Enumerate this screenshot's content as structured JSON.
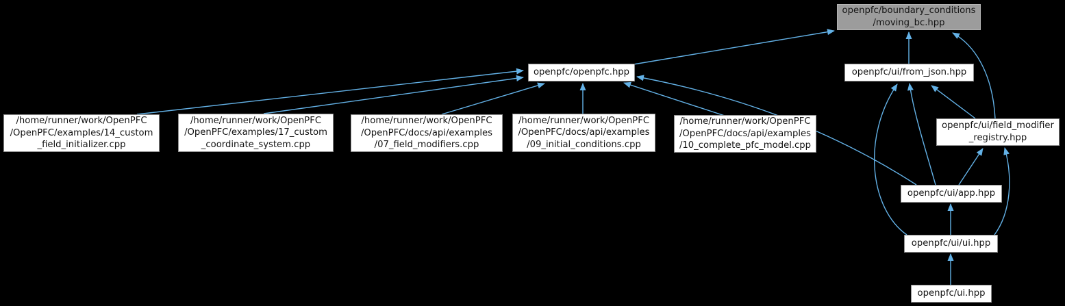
{
  "diagram": {
    "type": "include-dependency-graph",
    "highlighted_node": "openpfc/boundary_conditions/moving_bc.hpp",
    "colors": {
      "background": "#000000",
      "edge": "#63b1e6",
      "node_fill": "#ffffff",
      "node_border": "#8f8f8f",
      "highlight_fill": "#9c9c9c",
      "text": "#131313"
    },
    "nodes": {
      "moving_bc": {
        "label": "openpfc/boundary_conditions/moving_bc.hpp",
        "lines": [
          "openpfc/boundary_conditions",
          "/moving_bc.hpp"
        ]
      },
      "openpfc": {
        "label": "openpfc/openpfc.hpp",
        "lines": [
          "openpfc/openpfc.hpp"
        ]
      },
      "ex14": {
        "label": "/home/runner/work/OpenPFC/OpenPFC/examples/14_custom_field_initializer.cpp",
        "lines": [
          "/home/runner/work/OpenPFC",
          "/OpenPFC/examples/14_custom",
          "_field_initializer.cpp"
        ]
      },
      "ex17": {
        "label": "/home/runner/work/OpenPFC/OpenPFC/examples/17_custom_coordinate_system.cpp",
        "lines": [
          "/home/runner/work/OpenPFC",
          "/OpenPFC/examples/17_custom",
          "_coordinate_system.cpp"
        ]
      },
      "ex07": {
        "label": "/home/runner/work/OpenPFC/OpenPFC/docs/api/examples/07_field_modifiers.cpp",
        "lines": [
          "/home/runner/work/OpenPFC",
          "/OpenPFC/docs/api/examples",
          "/07_field_modifiers.cpp"
        ]
      },
      "ex09": {
        "label": "/home/runner/work/OpenPFC/OpenPFC/docs/api/examples/09_initial_conditions.cpp",
        "lines": [
          "/home/runner/work/OpenPFC",
          "/OpenPFC/docs/api/examples",
          "/09_initial_conditions.cpp"
        ]
      },
      "ex10": {
        "label": "/home/runner/work/OpenPFC/OpenPFC/docs/api/examples/10_complete_pfc_model.cpp",
        "lines": [
          "/home/runner/work/OpenPFC",
          "/OpenPFC/docs/api/examples",
          "/10_complete_pfc_model.cpp"
        ]
      },
      "from_json": {
        "label": "openpfc/ui/from_json.hpp",
        "lines": [
          "openpfc/ui/from_json.hpp"
        ]
      },
      "registry": {
        "label": "openpfc/ui/field_modifier_registry.hpp",
        "lines": [
          "openpfc/ui/field_modifier",
          "_registry.hpp"
        ]
      },
      "app": {
        "label": "openpfc/ui/app.hpp",
        "lines": [
          "openpfc/ui/app.hpp"
        ]
      },
      "ui_ui": {
        "label": "openpfc/ui/ui.hpp",
        "lines": [
          "openpfc/ui/ui.hpp"
        ]
      },
      "ui": {
        "label": "openpfc/ui.hpp",
        "lines": [
          "openpfc/ui.hpp"
        ]
      }
    },
    "edges": [
      {
        "from": "openpfc",
        "to": "moving_bc"
      },
      {
        "from": "from_json",
        "to": "moving_bc"
      },
      {
        "from": "registry",
        "to": "moving_bc"
      },
      {
        "from": "ex14",
        "to": "openpfc"
      },
      {
        "from": "ex17",
        "to": "openpfc"
      },
      {
        "from": "ex07",
        "to": "openpfc"
      },
      {
        "from": "ex09",
        "to": "openpfc"
      },
      {
        "from": "ex10",
        "to": "openpfc"
      },
      {
        "from": "app",
        "to": "openpfc"
      },
      {
        "from": "app",
        "to": "from_json"
      },
      {
        "from": "ui_ui",
        "to": "from_json"
      },
      {
        "from": "registry",
        "to": "from_json"
      },
      {
        "from": "app",
        "to": "registry"
      },
      {
        "from": "ui_ui",
        "to": "registry"
      },
      {
        "from": "ui_ui",
        "to": "app"
      },
      {
        "from": "ui",
        "to": "ui_ui"
      }
    ]
  }
}
